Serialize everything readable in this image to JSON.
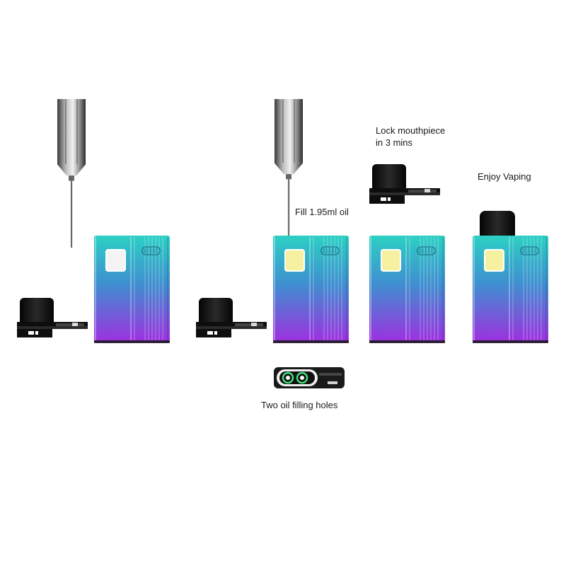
{
  "labels": {
    "lock": "Lock mouthpiece in 3 mins",
    "fill": "Fill 1.95ml oil",
    "enjoy": "Enjoy Vaping",
    "holes": "Two oil filling holes"
  },
  "colors": {
    "body_top": "#2cd0c4",
    "body_mid": "#3f8fd0",
    "body_bottom": "#a02ee0",
    "screen_off": "#f4f4f4",
    "screen_on": "#f6f1a0",
    "mouthpiece": "#111111",
    "hole_ring": "#3ee07a"
  },
  "icons": [
    "syringe-icon",
    "device-icon",
    "mouthpiece-icon",
    "filling-holes-icon"
  ]
}
